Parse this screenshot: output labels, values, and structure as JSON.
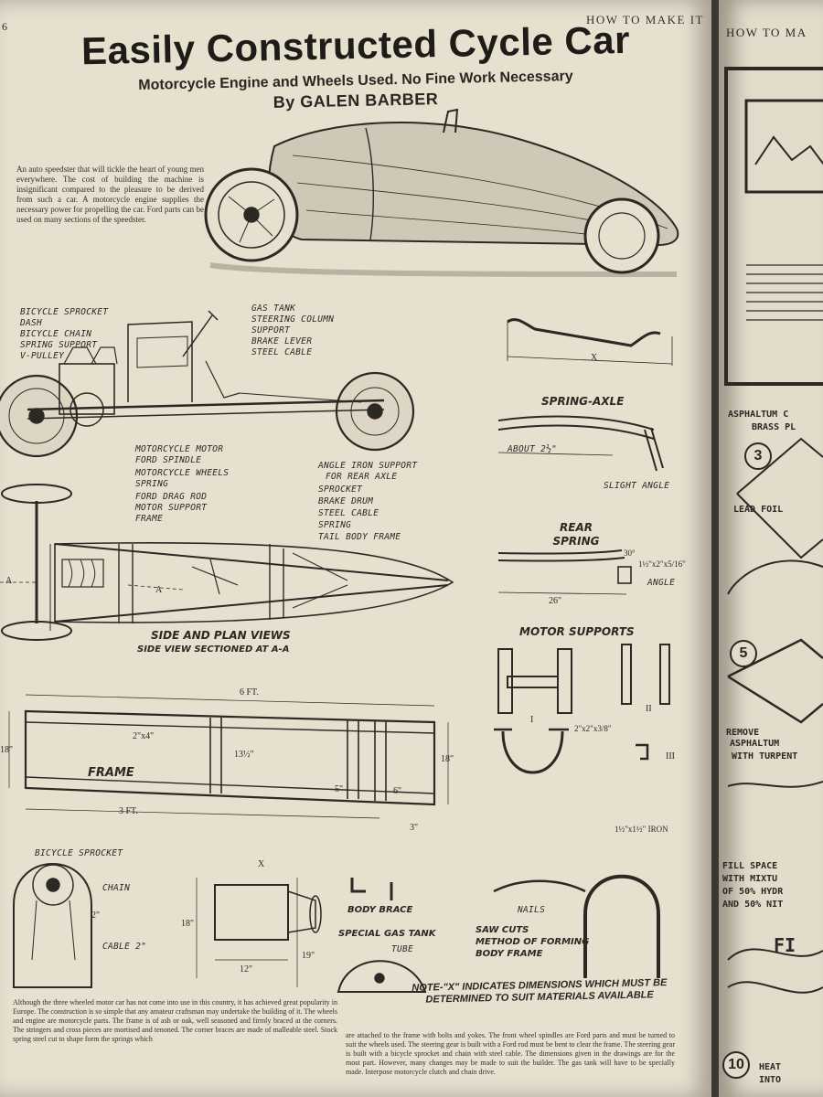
{
  "page": {
    "running_head": "HOW TO MAKE IT",
    "page_number": "6",
    "title": "Easily Constructed Cycle Car",
    "subtitle": "Motorcycle Engine and Wheels Used. No Fine Work Necessary",
    "byline": "By GALEN BARBER",
    "intro": "An auto speedster that will tickle the heart of young men everywhere. The cost of building the machine is insignificant compared to the pleasure to be derived from such a car. A motorcycle engine supplies the necessary power for propelling the car. Ford parts can be used on many sections of the speedster."
  },
  "side_view": {
    "labels_left": [
      "BICYCLE SPROCKET",
      "DASH",
      "BICYCLE CHAIN",
      "SPRING SUPPORT",
      "V-PULLEY"
    ],
    "labels_top": [
      "GAS TANK",
      "STEERING COLUMN",
      "SUPPORT",
      "BRAKE LEVER",
      "STEEL CABLE"
    ],
    "labels_bottom": [
      "MOTORCYCLE MOTOR",
      "FORD SPINDLE",
      "MOTORCYCLE WHEELS",
      "SPRING",
      "FORD DRAG ROD",
      "MOTOR SUPPORT",
      "FRAME"
    ],
    "labels_right": [
      "ANGLE IRON SUPPORT",
      "FOR REAR AXLE",
      "SPROCKET",
      "BRAKE DRUM",
      "STEEL CABLE",
      "SPRING",
      "TAIL BODY FRAME"
    ],
    "section_marks": [
      "A",
      "A"
    ],
    "caption": "SIDE AND PLAN VIEWS",
    "caption_sub": "SIDE VIEW SECTIONED AT A-A"
  },
  "axle": {
    "x_label": "X",
    "spring_axle": "SPRING-AXLE",
    "about": "ABOUT 2½\"",
    "slight_angle": "SLIGHT ANGLE",
    "rear_spring": "REAR SPRING",
    "rear_len": "26\"",
    "angle": "ANGLE",
    "angle_dim": "1½\"x2\"x5/16\"",
    "deg": "30°"
  },
  "motor_supports": {
    "title": "MOTOR SUPPORTS",
    "roman": [
      "I",
      "II",
      "III"
    ],
    "dims": [
      "2\"x2\"x3/8\"",
      "1½\"x1½\" IRON"
    ]
  },
  "frame": {
    "label": "FRAME",
    "length": "6 FT.",
    "wood": "2\"x4\"",
    "width_left": "18\"",
    "width_mid": "13½\"",
    "width_right": "18\"",
    "dims": [
      "5\"",
      "6\"",
      "3\""
    ],
    "bottom_len": "3 FT."
  },
  "lower": {
    "bicycle_sprocket": "BICYCLE SPROCKET",
    "chain": "CHAIN",
    "cable": "CABLE 2\"",
    "two_in": "2\"",
    "x": "X",
    "dim_18": "18\"",
    "dim_12": "12\"",
    "dim_19": "19\"",
    "body_brace": "BODY BRACE",
    "special_gas_tank": "SPECIAL GAS TANK",
    "tube": "TUBE",
    "nails": "NAILS",
    "saw_cuts": "SAW CUTS",
    "method": "METHOD OF FORMING",
    "body_frame": "BODY FRAME"
  },
  "note": "NOTE-\"X\" INDICATES DIMENSIONS WHICH MUST BE DETERMINED TO SUIT MATERIALS AVAILABLE",
  "bottom_left": "Although the three wheeled motor car has not come into use in this country, it has achieved great popularity in Europe. The construction is so simple that any amateur craftsman may undertake the building of it. The wheels and engine are motorcycle parts. The frame is of ash or oak, well seasoned and firmly braced at the corners. The stringers and cross pieces are mortised and tenoned. The corner braces are made of malleable steel. Stock spring steel cut to shape form the springs which",
  "bottom_right": "are attached to the frame with bolts and yokes. The front wheel spindles are Ford parts and must be turned to suit the wheels used. The steering gear is built with a Ford rod must be bent to clear the frame. The steering gear is built with a bicycle sprocket and chain with steel cable. The dimensions given in the drawings are for the most part. However, many changes may be made to suit the builder. The gas tank will have to be specially made. Interpose motorcycle clutch and chain drive.",
  "right_page": {
    "header": "HOW TO MA",
    "labels": [
      "ASPHALTUM C",
      "BRASS PL",
      "LEAD FOIL",
      "REMOVE",
      "ASPHALTUM",
      "WITH TURPENT",
      "FILL SPACE",
      "WITH MIXTU",
      "OF 50% HYDR",
      "AND 50% NIT",
      "FI",
      "HEAT",
      "INTO"
    ],
    "steps": [
      "3",
      "5",
      "10"
    ]
  }
}
